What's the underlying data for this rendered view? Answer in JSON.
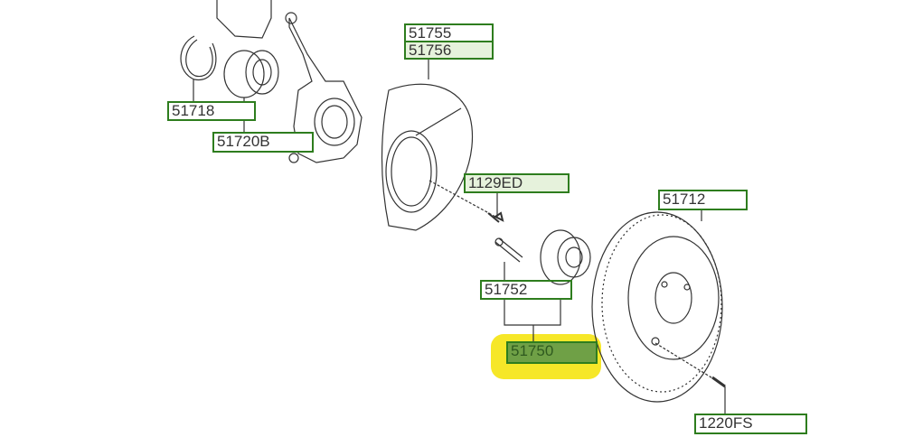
{
  "labels": {
    "p51755": "51755",
    "p51756": "51756",
    "p51718": "51718",
    "p51720B": "51720B",
    "p1129ED": "1129ED",
    "p51712": "51712",
    "p51752": "51752",
    "p51750": "51750",
    "p1220FS": "1220FS"
  },
  "colors": {
    "label_border": "#2e7d1e",
    "highlight": "#f6e61c",
    "selected_fill": "#6fa046"
  }
}
